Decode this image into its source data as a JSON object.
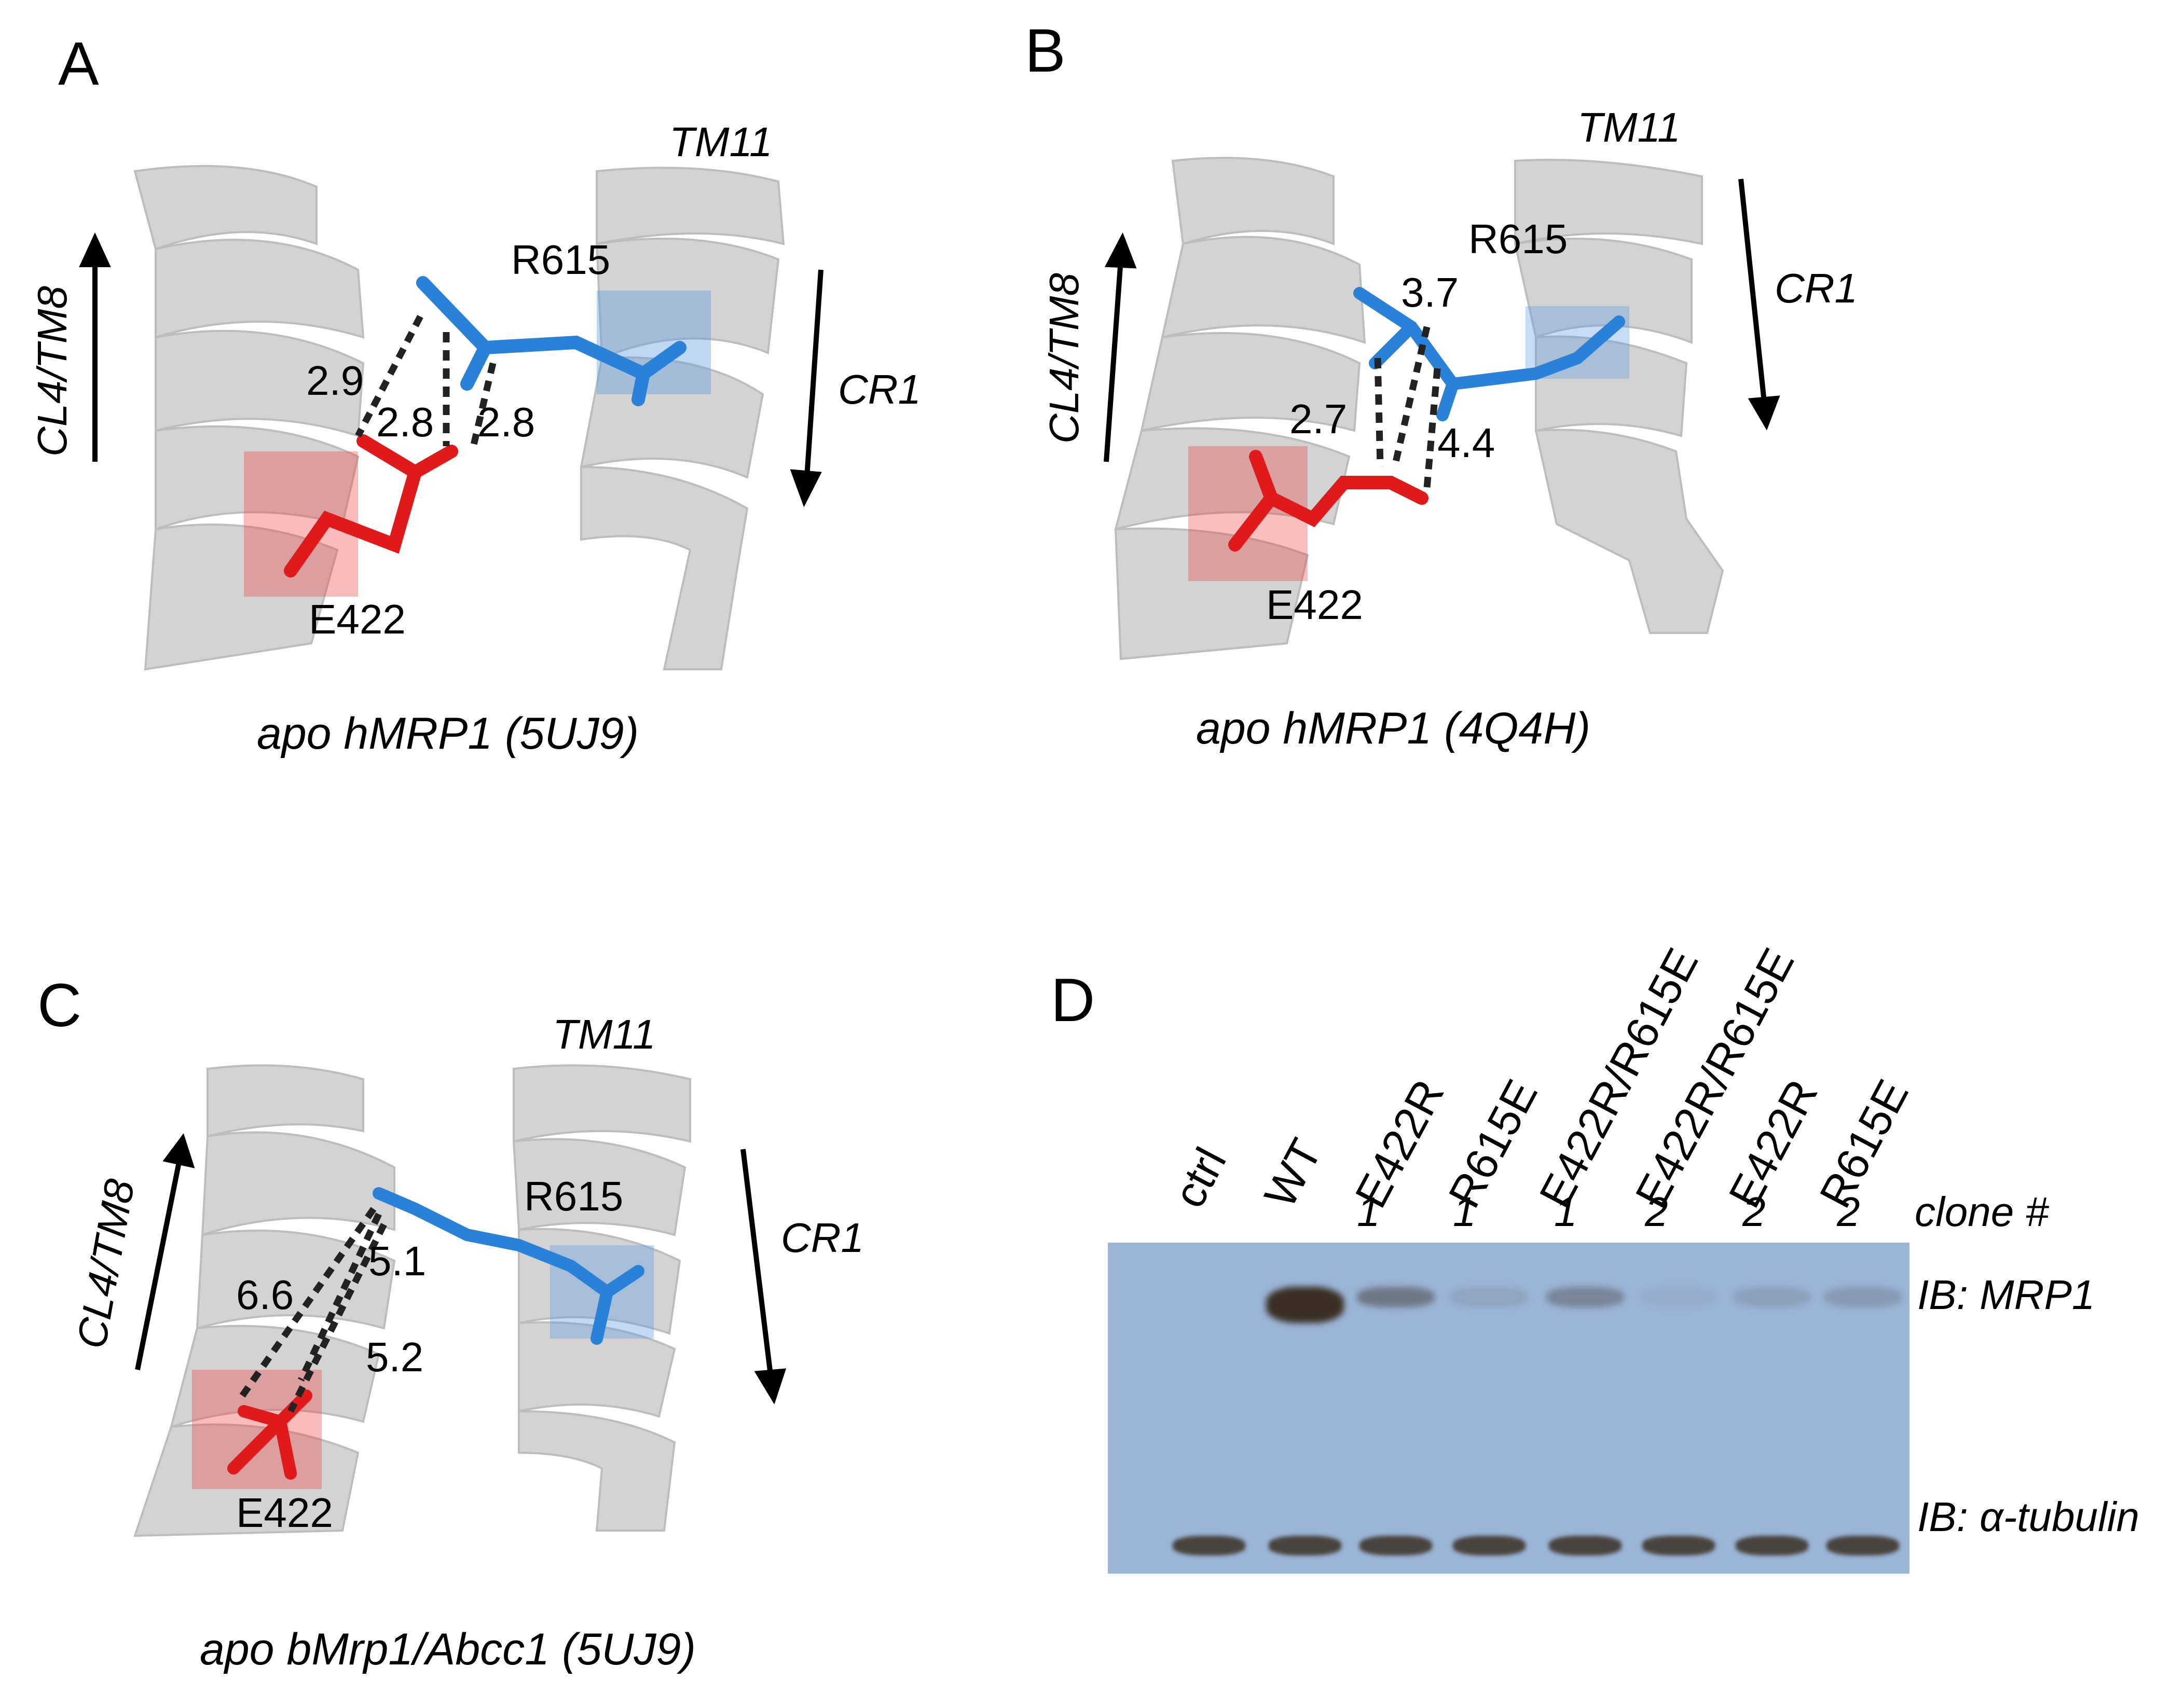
{
  "panelA": {
    "letter": "A",
    "residue_R": "R615",
    "residue_E": "E422",
    "helix_left": "CL4/TM8",
    "helix_right": "CR1",
    "helix_top": "TM11",
    "distances": [
      "2.9",
      "2.8",
      "2.8"
    ],
    "caption": "apo hMRP1 (5UJ9)"
  },
  "panelB": {
    "letter": "B",
    "residue_R": "R615",
    "residue_E": "E422",
    "helix_left": "CL4/TM8",
    "helix_right": "CR1",
    "helix_top": "TM11",
    "distances": [
      "3.7",
      "2.7",
      "4.4"
    ],
    "caption": "apo hMRP1 (4Q4H)"
  },
  "panelC": {
    "letter": "C",
    "residue_R": "R615",
    "residue_E": "E422",
    "helix_left": "CL4/TM8",
    "helix_right": "CR1",
    "helix_top": "TM11",
    "distances": [
      "6.6",
      "5.1",
      "5.2"
    ],
    "caption": "apo bMrp1/Abcc1 (5UJ9)"
  },
  "panelD": {
    "letter": "D",
    "lanes": [
      "ctrl",
      "WT",
      "E422R",
      "R615E",
      "E422R/R615E",
      "E422R/R615E",
      "E422R",
      "R615E"
    ],
    "clone_header": "clone #",
    "clone_numbers": [
      "",
      "",
      "1",
      "1",
      "1",
      "2",
      "2",
      "2"
    ],
    "ib_top": "IB: MRP1",
    "ib_bottom": "IB: α-tubulin",
    "mrp1_band_intensity": [
      0,
      1.0,
      0.45,
      0.12,
      0.35,
      0.05,
      0.15,
      0.2
    ],
    "tubulin_band_intensity": [
      1,
      1,
      1,
      1,
      1,
      1,
      1,
      1
    ]
  },
  "colors": {
    "helix": "#d2d2d2",
    "helix_edge": "#b4b4b4",
    "arginine": "#2a82d8",
    "glutamate": "#e01a1a",
    "blot_bg": "#9bb5d7",
    "band": "#3a2f22"
  }
}
